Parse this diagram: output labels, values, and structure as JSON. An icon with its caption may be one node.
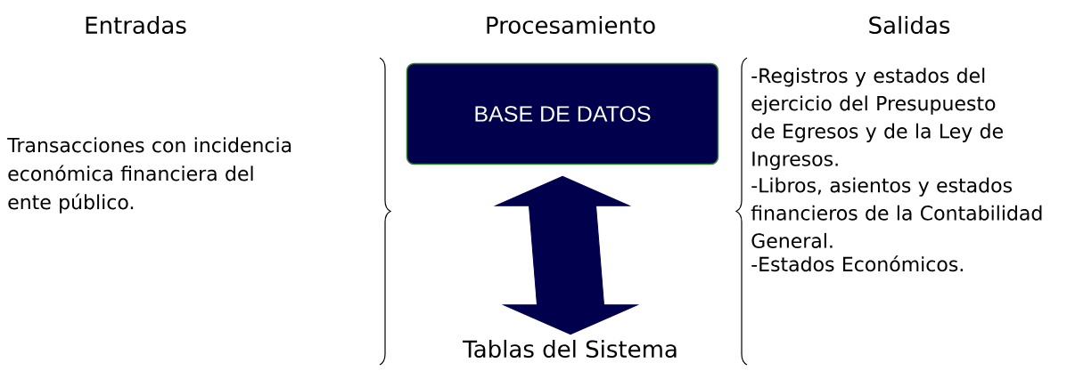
{
  "diagram": {
    "nodes": [
      {
        "text": [
          "BASE DE DATOS"
        ]
      },
      {
        "text": [
          "Tablas del Sistema"
        ]
      }
    ],
    "edges": [
      {
        "from": 0,
        "to": 1,
        "arrow": "both",
        "style": "thick"
      }
    ],
    "labels": [
      "Entradas",
      "Procesamiento",
      "Salidas",
      "Transacciones con incidencia económica financiera del ente público.",
      "-Registros y estados del ejercicio del Presupuesto de Egresos y de la Ley de Ingresos.",
      "-Libros, asientos y estados financieros de la Contabilidad General.",
      "-Estados Económicos."
    ]
  }
}
